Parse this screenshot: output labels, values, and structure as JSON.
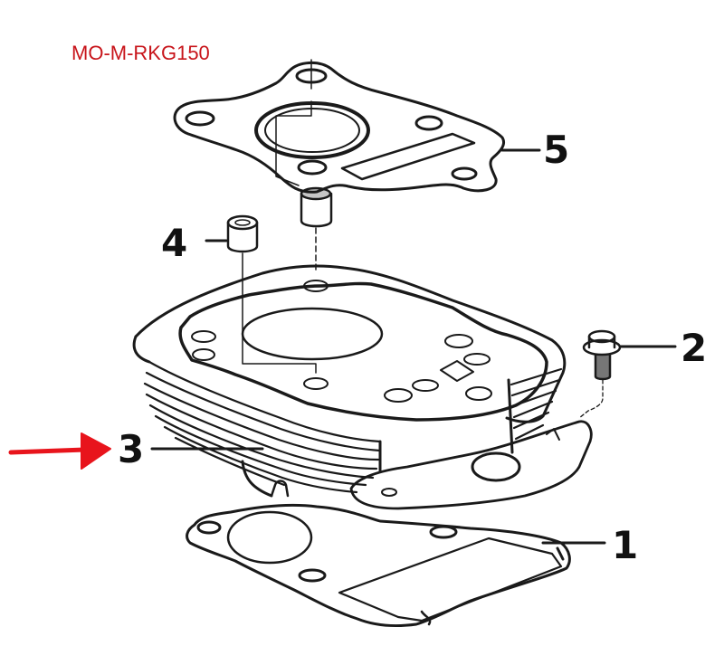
{
  "diagram": {
    "part_code": "MO-M-RKG150",
    "part_code_color": "#c8151b",
    "highlight_arrow_color": "#e8141c",
    "highlighted_callout": "3",
    "callouts": [
      {
        "number": "1",
        "part": "cylinder-base-gasket"
      },
      {
        "number": "2",
        "part": "flange-bolt"
      },
      {
        "number": "3",
        "part": "cylinder-block"
      },
      {
        "number": "4",
        "part": "dowel-pin"
      },
      {
        "number": "5",
        "part": "cylinder-head-gasket"
      }
    ]
  }
}
